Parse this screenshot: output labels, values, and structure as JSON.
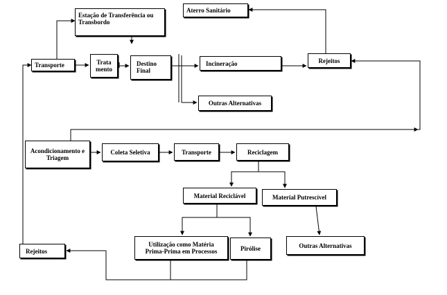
{
  "nodes": {
    "estacao": "Estação de Transferência ou Transbordo",
    "aterro": "Aterro Sanitário",
    "transporte1": "Transporte",
    "tratamento": "Trata mento",
    "destino": "Destino Final",
    "incineracao": "Incineração",
    "rejeitos1": "Rejeitos",
    "outras1": "Outras Alternativas",
    "acondicionamento": "Acondicionamento e Triagem",
    "coleta": "Coleta Seletiva",
    "transporte2": "Transporte",
    "reciclagem": "Reciclagem",
    "reciclavel": "Material Reciclável",
    "putrescivel": "Material Putrescível",
    "utilizacao": "Utilização como Matéria Prima-Prima em Processos",
    "pirolise": "Pirólise",
    "outras2": "Outras Alternativas",
    "rejeitos2": "Rejeitos"
  }
}
